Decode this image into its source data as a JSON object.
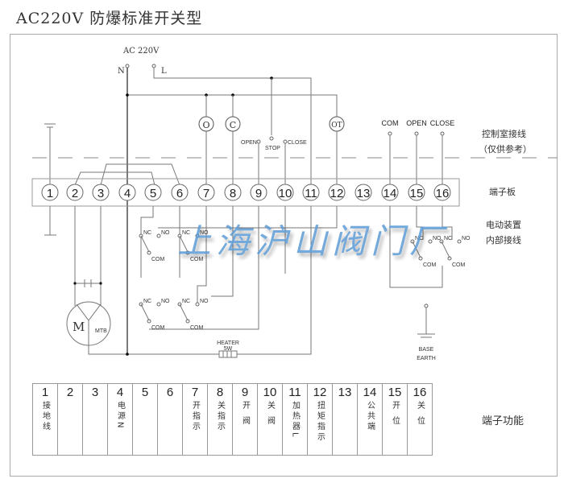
{
  "title": "AC220V 防爆标准开关型",
  "power": {
    "label": "AC 220V",
    "neutral": "N",
    "live": "L"
  },
  "indicators": [
    {
      "terminal": 7,
      "symbol": "O"
    },
    {
      "terminal": 8,
      "symbol": "C"
    },
    {
      "terminal": 12,
      "symbol": "OT"
    }
  ],
  "control_switch": {
    "open": "OPEN",
    "stop": "STOP",
    "close": "CLOSE"
  },
  "remote_signals": [
    "COM",
    "OPEN",
    "CLOSE"
  ],
  "side_labels": {
    "control_room": "控制室接线",
    "control_room_note": "（仅供参考）",
    "terminal_board": "端子板",
    "internal_line1": "电动装置",
    "internal_line2": "内部接线",
    "function": "端子功能"
  },
  "terminals": [
    "1",
    "2",
    "3",
    "4",
    "5",
    "6",
    "7",
    "8",
    "9",
    "10",
    "11",
    "12",
    "13",
    "14",
    "15",
    "16"
  ],
  "switch_labels": {
    "nc": "NC",
    "no": "NO",
    "com": "COM"
  },
  "motor": {
    "symbol": "M",
    "thermal": "MTB"
  },
  "heater": {
    "label": "HEATER",
    "power": "5W"
  },
  "earth": {
    "line1": "BASE",
    "line2": "EARTH"
  },
  "watermark": "上海沪山阀门厂",
  "function_table": [
    {
      "num": "1",
      "desc": "接地线"
    },
    {
      "num": "2",
      "desc": ""
    },
    {
      "num": "3",
      "desc": ""
    },
    {
      "num": "4",
      "desc": "电源N"
    },
    {
      "num": "5",
      "desc": ""
    },
    {
      "num": "6",
      "desc": ""
    },
    {
      "num": "7",
      "desc": "开指示"
    },
    {
      "num": "8",
      "desc": "关指示"
    },
    {
      "num": "9",
      "desc": "开 阀"
    },
    {
      "num": "10",
      "desc": "关 阀"
    },
    {
      "num": "11",
      "desc": "加热器L"
    },
    {
      "num": "12",
      "desc": "扭矩指示"
    },
    {
      "num": "13",
      "desc": ""
    },
    {
      "num": "14",
      "desc": "公共端"
    },
    {
      "num": "15",
      "desc": "开 位"
    },
    {
      "num": "16",
      "desc": "关 位"
    }
  ]
}
